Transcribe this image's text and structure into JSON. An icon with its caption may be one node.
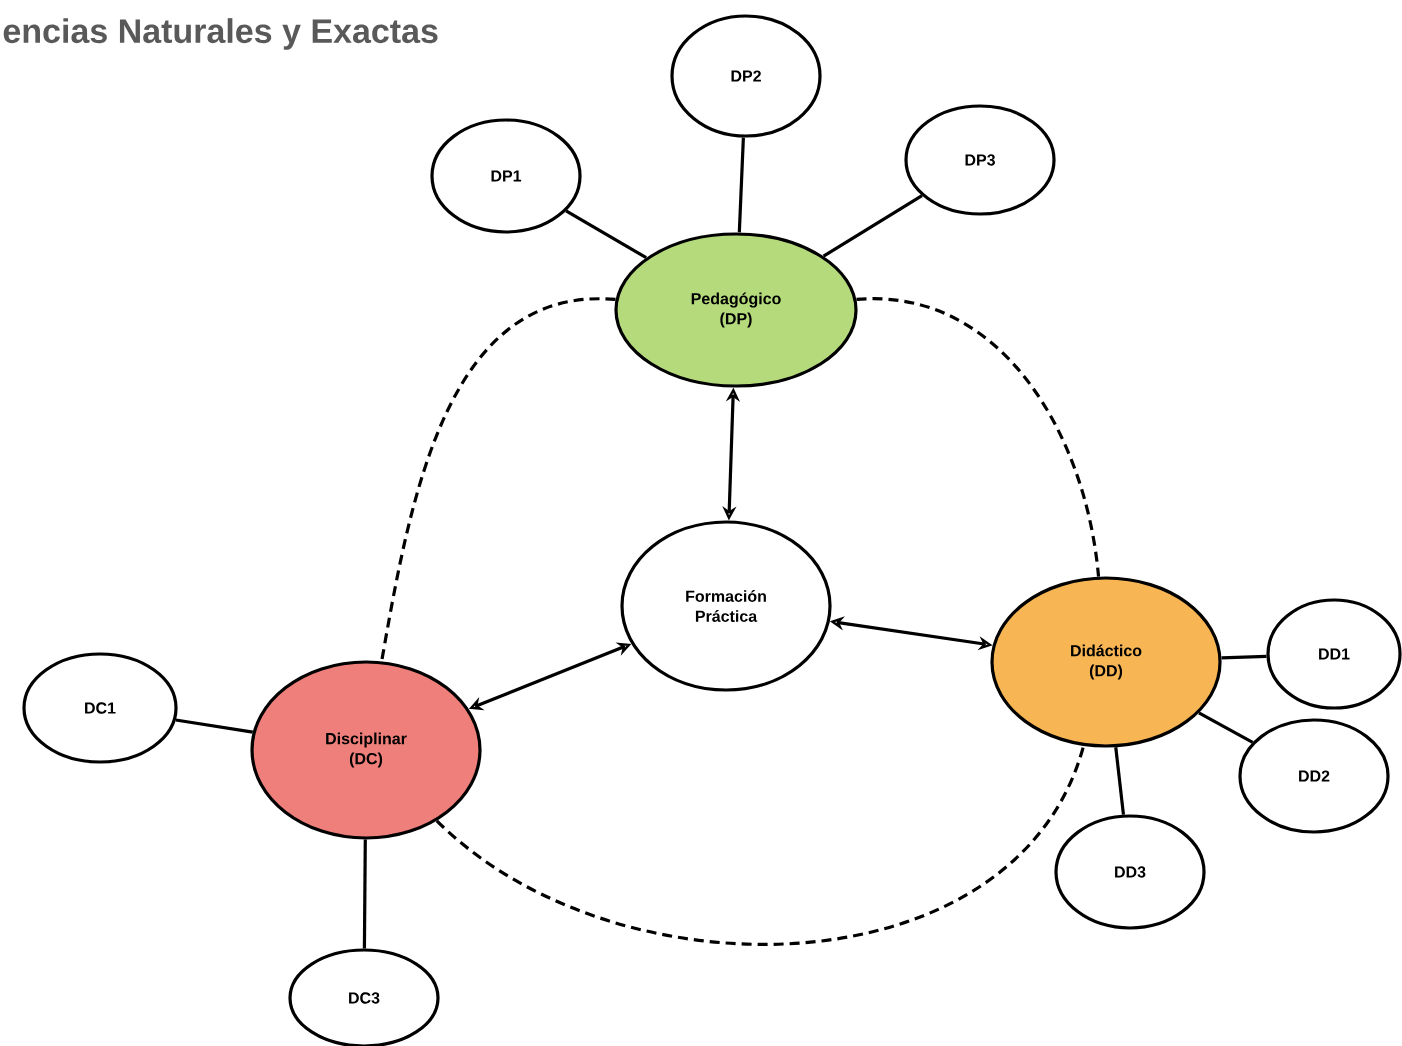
{
  "diagram": {
    "title": "encias Naturales y Exactas",
    "nodes": [
      {
        "text": [
          "Pedagógico (DP)"
        ]
      },
      {
        "text": [
          "Formación Práctica"
        ]
      },
      {
        "text": [
          "Disciplinar (DC)"
        ]
      },
      {
        "text": [
          "Didáctico (DD)"
        ]
      },
      {
        "text": [
          "DP1"
        ]
      },
      {
        "text": [
          "DP2"
        ]
      },
      {
        "text": [
          "DP3"
        ]
      },
      {
        "text": [
          "DC1"
        ]
      },
      {
        "text": [
          "DC3"
        ]
      },
      {
        "text": [
          "DD1"
        ]
      },
      {
        "text": [
          "DD2"
        ]
      },
      {
        "text": [
          "DD3"
        ]
      }
    ],
    "edges": [
      {
        "from": 4,
        "to": 0,
        "arrow": "none"
      },
      {
        "from": 5,
        "to": 0,
        "arrow": "none"
      },
      {
        "from": 6,
        "to": 0,
        "arrow": "none"
      },
      {
        "from": 0,
        "to": 1,
        "arrow": "both"
      },
      {
        "from": 1,
        "to": 2,
        "arrow": "both"
      },
      {
        "from": 1,
        "to": 3,
        "arrow": "both"
      },
      {
        "from": 7,
        "to": 2,
        "arrow": "none"
      },
      {
        "from": 8,
        "to": 2,
        "arrow": "none"
      },
      {
        "from": 3,
        "to": 9,
        "arrow": "none"
      },
      {
        "from": 3,
        "to": 10,
        "arrow": "none"
      },
      {
        "from": 3,
        "to": 11,
        "arrow": "none"
      },
      {
        "from": 0,
        "to": 2,
        "arrow": "none",
        "style": "dashed"
      },
      {
        "from": 0,
        "to": 3,
        "arrow": "none",
        "style": "dashed"
      },
      {
        "from": 2,
        "to": 3,
        "arrow": "none",
        "style": "dashed"
      }
    ]
  }
}
